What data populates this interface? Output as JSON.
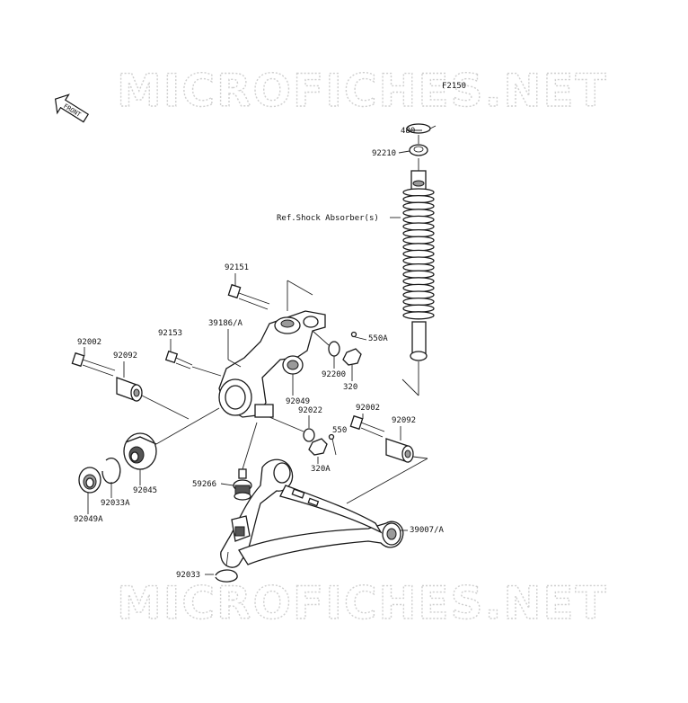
{
  "diagram_code": "F2150",
  "front_label": "FRONT",
  "watermark": "MICROFICHES.NET",
  "callouts": {
    "p480": "480",
    "p92210": "92210",
    "shock_ref": "Ref.Shock Absorber(s)",
    "p92151": "92151",
    "p39186A": "39186/A",
    "p92153": "92153",
    "p92002_left": "92002",
    "p92092_left": "92092",
    "p550A": "550A",
    "p92200": "92200",
    "p320": "320",
    "p92049": "92049",
    "p92022": "92022",
    "p550": "550",
    "p92002_right": "92002",
    "p92092_right": "92092",
    "p320A": "320A",
    "p59266": "59266",
    "p92045": "92045",
    "p92033A": "92033A",
    "p92049A": "92049A",
    "p39007A": "39007/A",
    "p92033": "92033"
  }
}
